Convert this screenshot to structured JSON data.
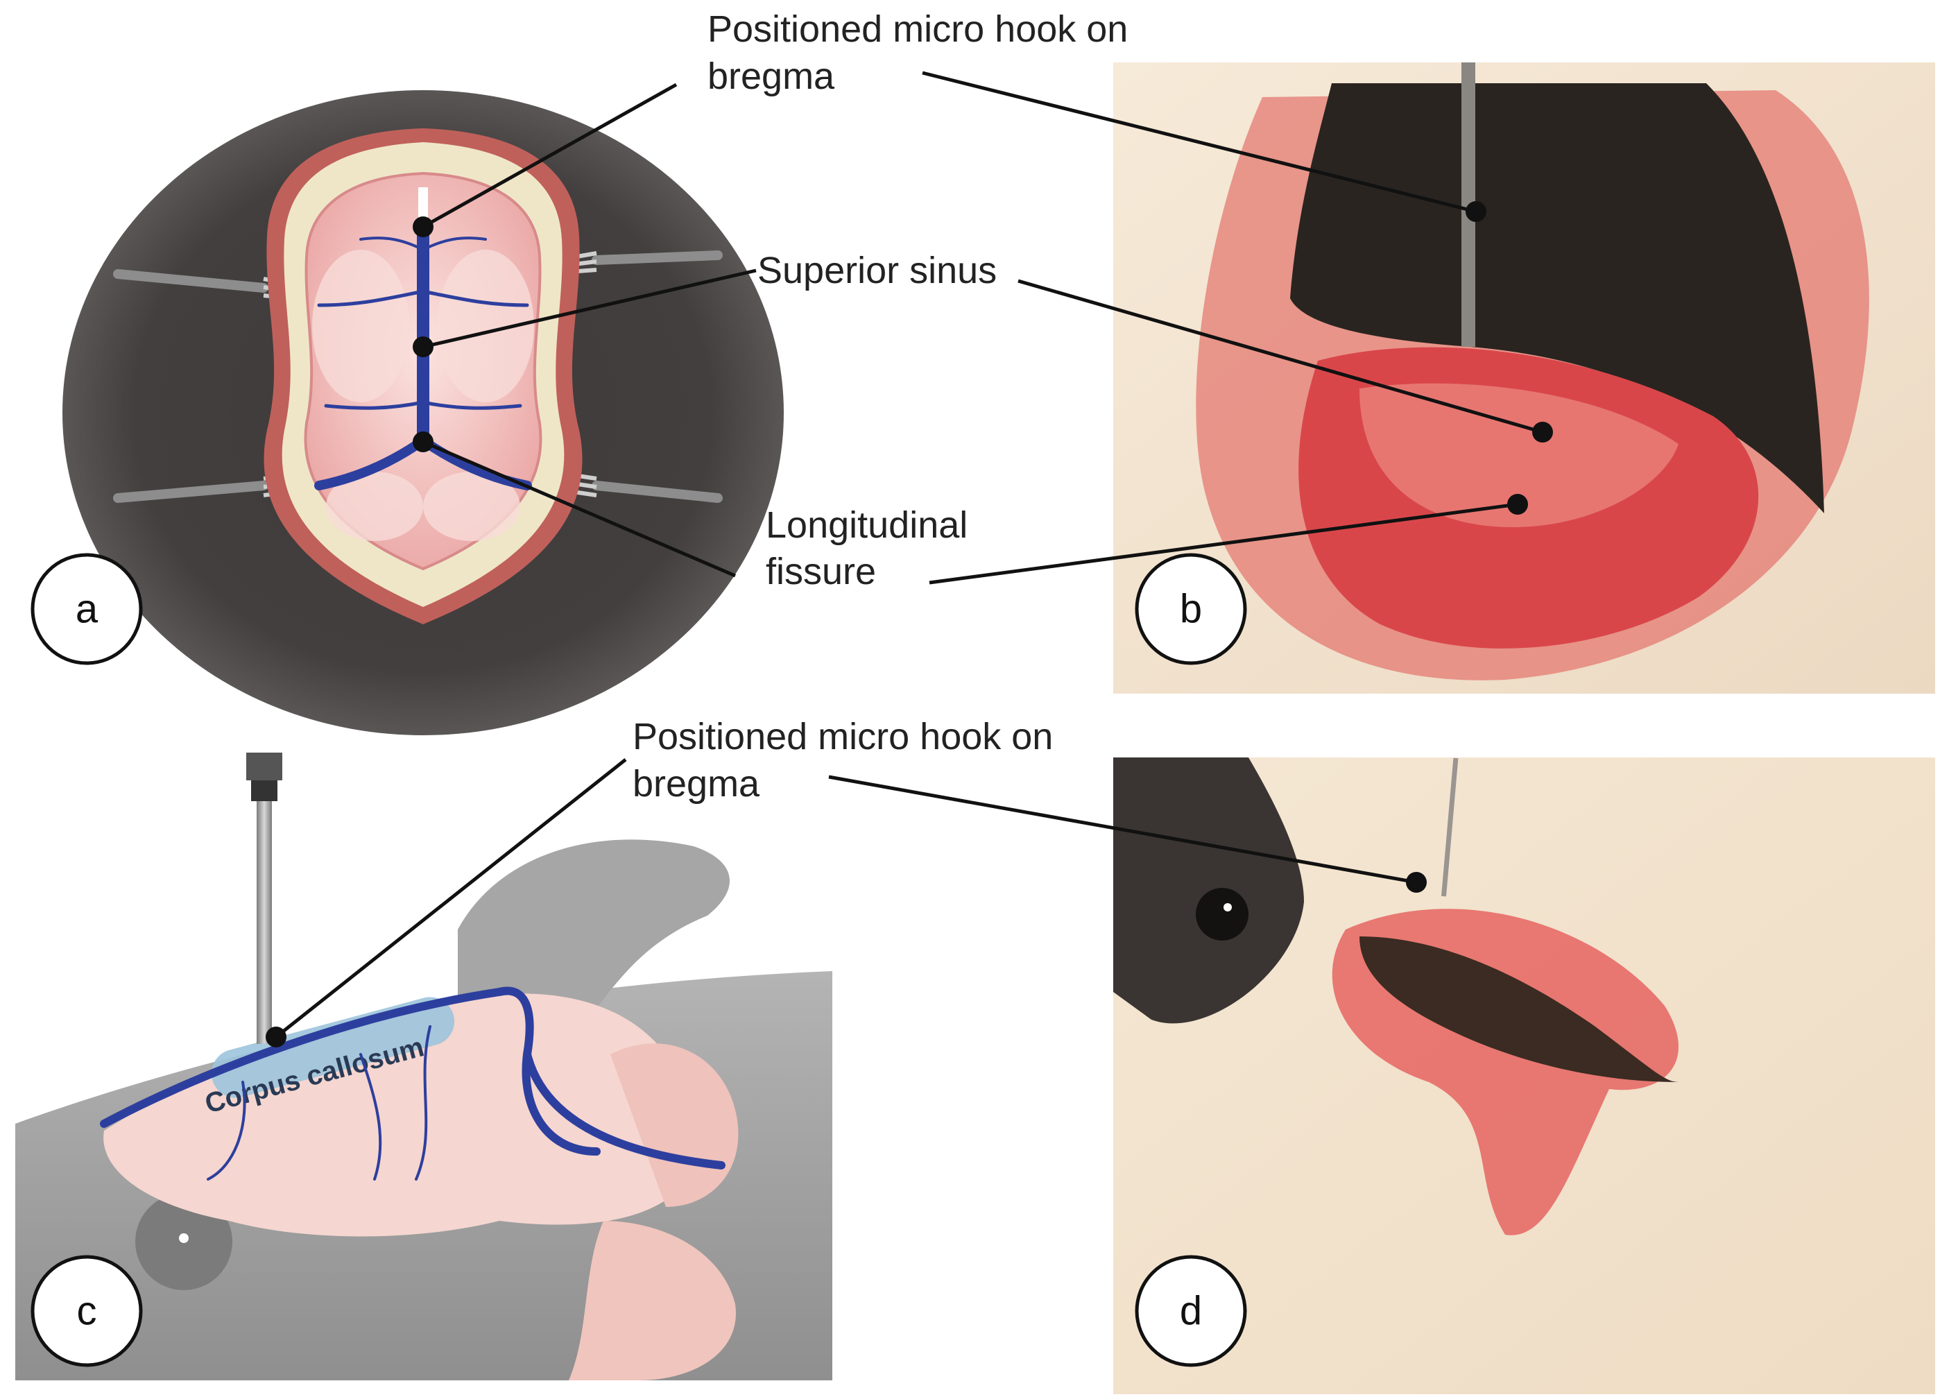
{
  "labels": {
    "micro_hook_top_line1": "Positioned micro hook on",
    "micro_hook_top_line2": "bregma",
    "superior_sinus": "Superior sinus",
    "longitudinal_line1": "Longitudinal",
    "longitudinal_line2": "fissure",
    "micro_hook_bottom_line1": "Positioned micro hook on",
    "micro_hook_bottom_line2": "bregma",
    "corpus_callosum": "Corpus callosum"
  },
  "panels": [
    {
      "letter": "a"
    },
    {
      "letter": "b"
    },
    {
      "letter": "c"
    },
    {
      "letter": "d"
    }
  ],
  "colors": {
    "vein": "#2d3f9e",
    "tissue_pink": "#f2b8b4",
    "bone": "#efe6c8",
    "skin": "#c0605a",
    "dark_bg": "#3f3b3b",
    "blood": "#d9464a",
    "gauze": "#f3e6d6",
    "corpus": "#9cc4dc"
  },
  "icons": [
    "forceps-icon",
    "stereotaxic-probe-icon"
  ]
}
